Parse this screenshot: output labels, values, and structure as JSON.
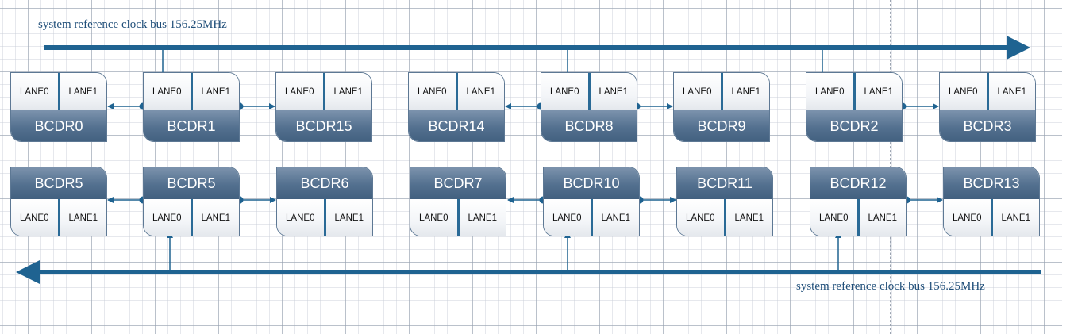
{
  "bus_top": {
    "label": "system reference clock bus 156.25MHz"
  },
  "bus_bottom": {
    "label": "system reference clock bus 156.25MHz"
  },
  "lane_labels": {
    "lane0": "LANE0",
    "lane1": "LANE1"
  },
  "top_row": [
    {
      "name": "BCDR0"
    },
    {
      "name": "BCDR1"
    },
    {
      "name": "BCDR15"
    },
    {
      "name": "BCDR14"
    },
    {
      "name": "BCDR8"
    },
    {
      "name": "BCDR9"
    },
    {
      "name": "BCDR2"
    },
    {
      "name": "BCDR3"
    }
  ],
  "bottom_row": [
    {
      "name": "BCDR5"
    },
    {
      "name": "BCDR5"
    },
    {
      "name": "BCDR6"
    },
    {
      "name": "BCDR7"
    },
    {
      "name": "BCDR10"
    },
    {
      "name": "BCDR11"
    },
    {
      "name": "BCDR12"
    },
    {
      "name": "BCDR13"
    }
  ],
  "colors": {
    "bus": "#1f6391",
    "header": "#53708f",
    "lane_divider": "#2a6a96"
  }
}
